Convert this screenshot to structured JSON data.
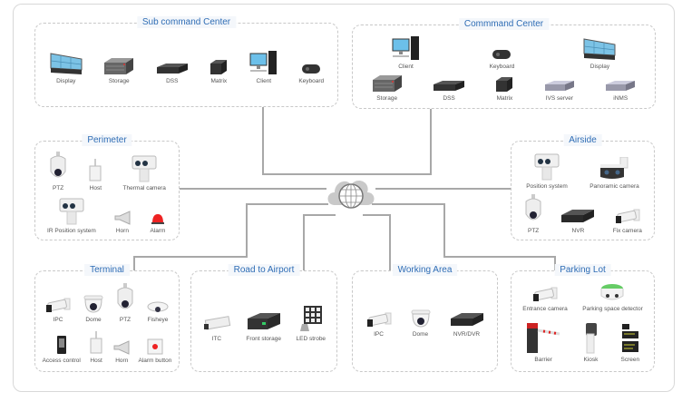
{
  "groups": [
    {
      "id": "sub-command-center",
      "title": "Sub command Center",
      "rows": [
        [
          {
            "label": "Display",
            "icon": "display"
          },
          {
            "label": "Storage",
            "icon": "storage"
          },
          {
            "label": "DSS",
            "icon": "server"
          },
          {
            "label": "Matrix",
            "icon": "matrix"
          },
          {
            "label": "Client",
            "icon": "client"
          },
          {
            "label": "Keyboard",
            "icon": "keyboard"
          }
        ]
      ]
    },
    {
      "id": "command-center",
      "title": "Commmand Center",
      "rows": [
        [
          {
            "label": "Client",
            "icon": "client"
          },
          {
            "label": "Keyboard",
            "icon": "keyboard"
          },
          {
            "label": "Display",
            "icon": "display"
          }
        ],
        [
          {
            "label": "Storage",
            "icon": "storage"
          },
          {
            "label": "DSS",
            "icon": "server"
          },
          {
            "label": "Matrix",
            "icon": "matrix"
          },
          {
            "label": "IVS server",
            "icon": "rack"
          },
          {
            "label": "iNMS",
            "icon": "rack"
          }
        ]
      ]
    },
    {
      "id": "perimeter",
      "title": "Perimeter",
      "rows": [
        [
          {
            "label": "PTZ",
            "icon": "ptz"
          },
          {
            "label": "Host",
            "icon": "host"
          },
          {
            "label": "Thermal camera",
            "icon": "thermal"
          }
        ],
        [
          {
            "label": "IR Position system",
            "icon": "thermal"
          },
          {
            "label": "Horn",
            "icon": "horn"
          },
          {
            "label": "Alarm",
            "icon": "alarm"
          }
        ]
      ]
    },
    {
      "id": "airside",
      "title": "Airside",
      "rows": [
        [
          {
            "label": "Position system",
            "icon": "thermal"
          },
          {
            "label": "Panoramic camera",
            "icon": "panoramic"
          }
        ],
        [
          {
            "label": "PTZ",
            "icon": "ptz"
          },
          {
            "label": "NVR",
            "icon": "nvr"
          },
          {
            "label": "Fix camera",
            "icon": "bullet"
          }
        ]
      ]
    },
    {
      "id": "terminal",
      "title": "Terminal",
      "rows": [
        [
          {
            "label": "IPC",
            "icon": "bullet"
          },
          {
            "label": "Dome",
            "icon": "dome"
          },
          {
            "label": "PTZ",
            "icon": "ptz"
          },
          {
            "label": "Fisheye",
            "icon": "fisheye"
          }
        ],
        [
          {
            "label": "Access control",
            "icon": "access"
          },
          {
            "label": "Host",
            "icon": "host"
          },
          {
            "label": "Horn",
            "icon": "horn"
          },
          {
            "label": "Alarm button",
            "icon": "alarmbutton"
          }
        ]
      ]
    },
    {
      "id": "road-to-airport",
      "title": "Road to Airport",
      "rows": [
        [
          {
            "label": "ITC",
            "icon": "itc"
          },
          {
            "label": "Front storage",
            "icon": "frontstorage"
          },
          {
            "label": "LED strobe",
            "icon": "led"
          }
        ]
      ]
    },
    {
      "id": "working-area",
      "title": "Working Area",
      "rows": [
        [
          {
            "label": "IPC",
            "icon": "bullet"
          },
          {
            "label": "Dome",
            "icon": "dome"
          },
          {
            "label": "NVR/DVR",
            "icon": "nvr"
          }
        ]
      ]
    },
    {
      "id": "parking-lot",
      "title": "Parking Lot",
      "rows": [
        [
          {
            "label": "Entrance camera",
            "icon": "bullet"
          },
          {
            "label": "Parking space detector",
            "icon": "detector"
          }
        ],
        [
          {
            "label": "Barrier",
            "icon": "barrier"
          },
          {
            "label": "Kiosk",
            "icon": "kiosk"
          },
          {
            "label": "Screen",
            "icon": "screen"
          }
        ]
      ]
    }
  ],
  "hub_icon": "cloud-globe-icon",
  "colors": {
    "title": "#2f6db5",
    "line": "#a0a0a0",
    "border": "#c8c8c8"
  }
}
